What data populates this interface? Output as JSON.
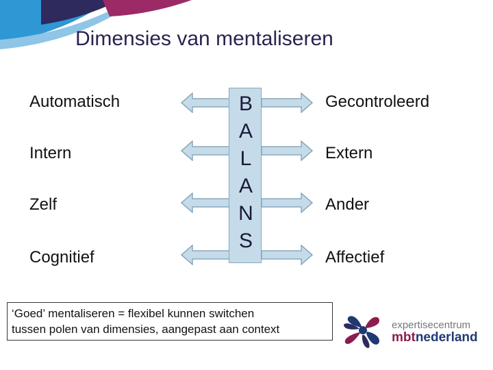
{
  "slide": {
    "title": "Dimensies van mentaliseren"
  },
  "dimensions": [
    {
      "left": "Automatisch",
      "right": "Gecontroleerd"
    },
    {
      "left": "Intern",
      "right": "Extern"
    },
    {
      "left": "Zelf",
      "right": "Ander"
    },
    {
      "left": "Cognitief",
      "right": "Affectief"
    }
  ],
  "balans": {
    "letters": [
      "B",
      "A",
      "L",
      "A",
      "N",
      "S"
    ]
  },
  "note": {
    "line1": "‘Goed’ mentaliseren = flexibel kunnen switchen",
    "line2": "tussen polen van dimensies, aangepast aan context"
  },
  "logo": {
    "top_text": "expertisecentrum",
    "bottom_text_part1": "mbt",
    "bottom_text_part2": "nederland"
  },
  "colors": {
    "arrow_fill": "#c5dbe9",
    "arrow_stroke": "#8aa7bc",
    "corner_blue": "#2f97d3",
    "corner_navy": "#2e2a5e",
    "corner_magenta": "#9b2a67",
    "logo_magenta": "#8c1d4f",
    "logo_navy": "#1f3a73"
  }
}
